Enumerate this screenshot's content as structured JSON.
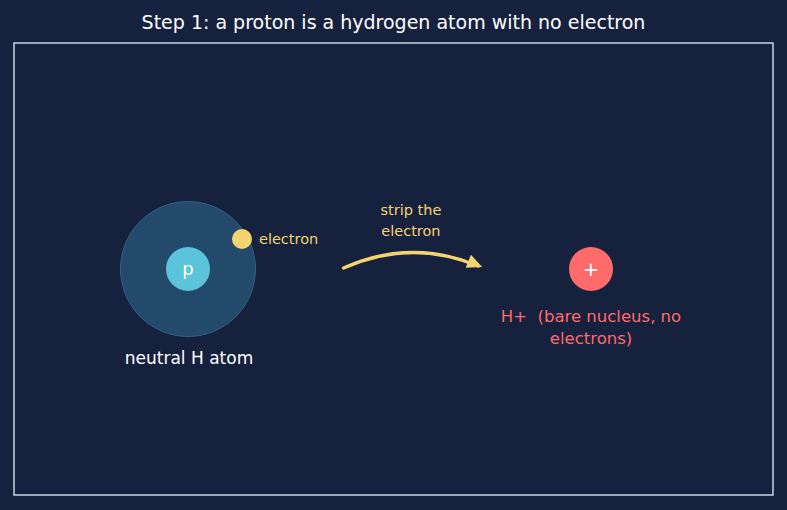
{
  "diagram": {
    "title": "Step 1: a proton is a hydrogen atom with no electron",
    "nodes": [
      {
        "text": [
          "neutral H atom"
        ]
      },
      {
        "text": [
          "p"
        ],
        "in": 0
      },
      {
        "text": [
          "electron"
        ],
        "in": 0
      },
      {
        "text": [
          "+",
          "H+  (bare nucleus, no electrons)"
        ]
      }
    ],
    "edges": [
      {
        "from": 0,
        "to": 3,
        "label": "strip the electron",
        "arrow": "to"
      }
    ]
  }
}
